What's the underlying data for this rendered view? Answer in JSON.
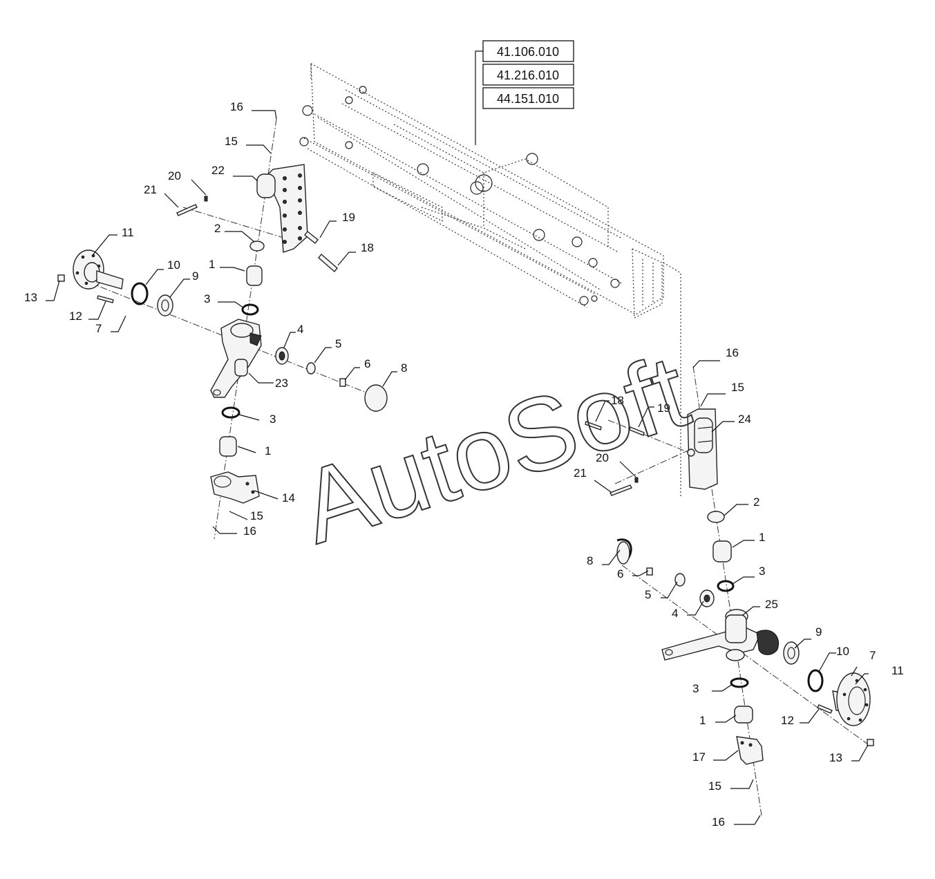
{
  "ref_boxes": [
    "41.106.010",
    "41.216.010",
    "44.151.010"
  ],
  "watermark": "AutoSoft",
  "callouts_left": [
    "16",
    "15",
    "22",
    "20",
    "21",
    "19",
    "18",
    "11",
    "2",
    "1",
    "10",
    "9",
    "13",
    "12",
    "7",
    "3",
    "4",
    "5",
    "6",
    "8",
    "23",
    "3",
    "1",
    "14",
    "15",
    "16"
  ],
  "callouts_right": [
    "16",
    "15",
    "18",
    "19",
    "24",
    "20",
    "21",
    "2",
    "1",
    "8",
    "6",
    "3",
    "5",
    "4",
    "25",
    "9",
    "10",
    "7",
    "11",
    "3",
    "12",
    "1",
    "13",
    "17",
    "15",
    "16"
  ]
}
